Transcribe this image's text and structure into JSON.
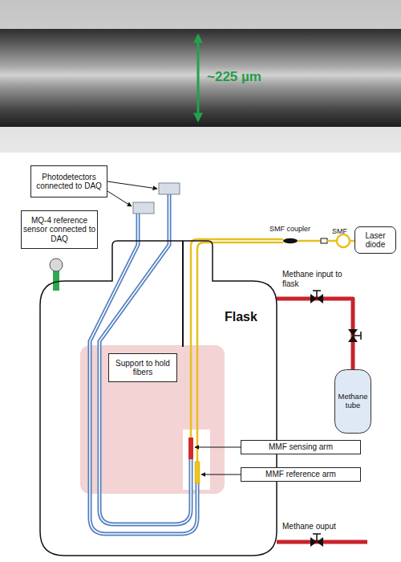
{
  "diagram": {
    "nodes": [
      {
        "text": [
          "Photodetectors connected to DAQ"
        ]
      },
      {
        "text": [
          "MQ-4 reference sensor connected to DAQ"
        ]
      },
      {
        "text": [
          "Laser diode"
        ]
      },
      {
        "text": [
          "Flask"
        ]
      },
      {
        "text": [
          "Support to hold fibers"
        ],
        "in": 3
      },
      {
        "text": [
          "Methane tube"
        ]
      },
      {
        "text": [
          "MMF sensing arm"
        ]
      },
      {
        "text": [
          "MMF reference arm"
        ]
      }
    ],
    "edges": [
      {
        "from": 5,
        "to": 3,
        "arrow": "none"
      }
    ],
    "labels": [
      "~225 µm",
      "SMF coupler",
      "SMF",
      "Methane input to flask",
      "Methane ouput"
    ]
  }
}
